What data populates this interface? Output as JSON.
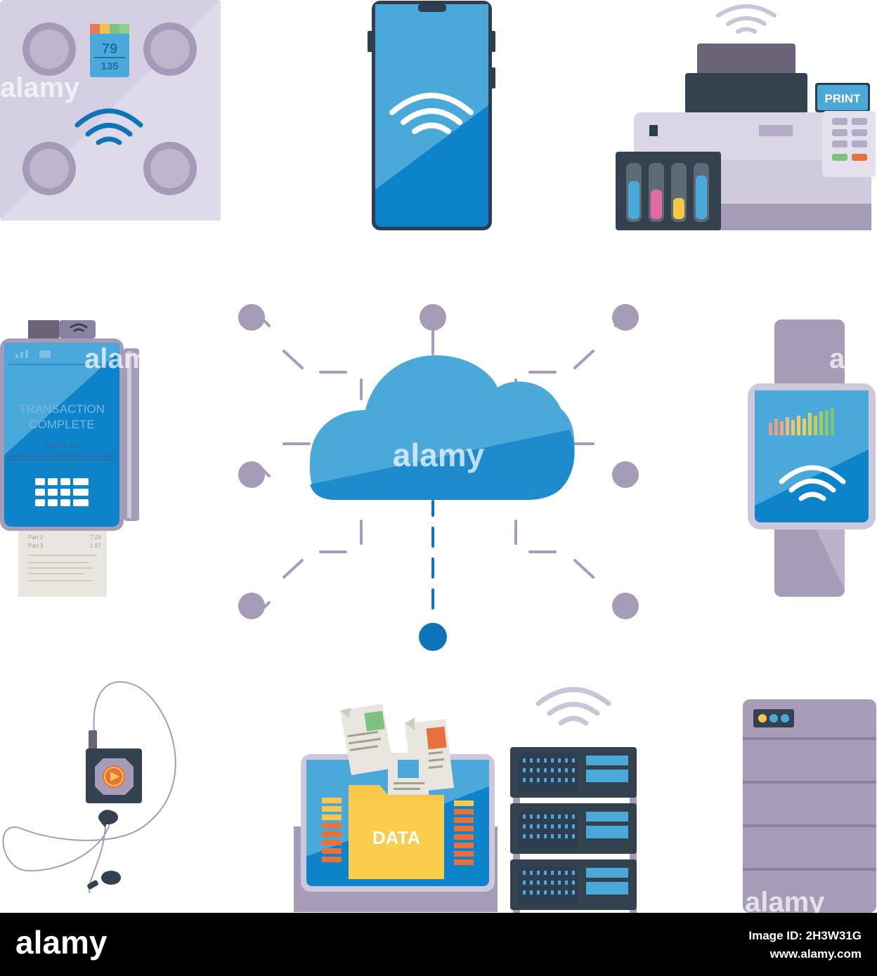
{
  "colors": {
    "purple": "#a79cb8",
    "purple_dark": "#8c81a2",
    "purple_light": "#cec8dc",
    "blue": "#4aa9d9",
    "blue_dark": "#1e8ccc",
    "blue_deep": "#0f73b7",
    "navy": "#2c3e50",
    "orange": "#e6703e",
    "yellow": "#fac748",
    "green": "#7dc27f",
    "footer_bg": "#000000"
  },
  "devices": {
    "scale": {
      "weight_value": "79",
      "bottom_value": "135",
      "icon": "wifi-icon"
    },
    "smartphone": {
      "icon": "wifi-icon"
    },
    "printer": {
      "label": "PRINT",
      "icon": "wifi-icon"
    },
    "pos_terminal": {
      "line1": "TRANSACTION",
      "line2": "COMPLETE",
      "pin": "******",
      "receipt": [
        {
          "label": "Part 2",
          "value": "7.24"
        },
        {
          "label": "Part 3",
          "value": "1.87"
        }
      ]
    },
    "smartwatch": {
      "icon": "wifi-icon"
    },
    "laptop": {
      "folder_label": "DATA"
    },
    "server_rack": {
      "icon": "wifi-icon"
    },
    "media_player": {
      "icon": "play-icon"
    }
  },
  "hub": {
    "icon": "cloud-icon"
  },
  "watermark": "alamy",
  "footer": {
    "logo": "alamy",
    "image_id": "Image ID: 2H3W31G",
    "site": "www.alamy.com"
  }
}
